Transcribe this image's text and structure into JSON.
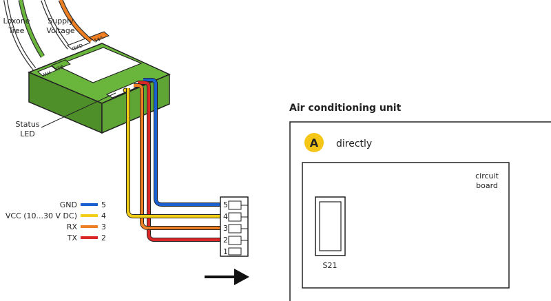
{
  "labels": {
    "loxone_tree": [
      "Loxone",
      "Tree"
    ],
    "supply_voltage": [
      "Supply",
      "Voltage"
    ],
    "status_led": [
      "Status",
      "LED"
    ],
    "ac_unit_title": "Air conditioning unit",
    "mode_badge": "A",
    "mode_text": "directly",
    "circuit_board": [
      "circuit",
      "board"
    ],
    "connector_name": "S21"
  },
  "terminals": {
    "gnd": "GND",
    "wh": "WH",
    "gn": "GN",
    "v24": "24V"
  },
  "legend": [
    {
      "label": "GND",
      "pin": "5",
      "color": "#1a5fcf"
    },
    {
      "label": "VCC (10...30 V DC)",
      "pin": "4",
      "color": "#f2cd16"
    },
    {
      "label": "RX",
      "pin": "3",
      "color": "#ee7f22"
    },
    {
      "label": "TX",
      "pin": "2",
      "color": "#d92626"
    }
  ],
  "pins": [
    "5",
    "4",
    "3",
    "2",
    "1"
  ],
  "colors": {
    "device_green": "#6ab63d",
    "device_dark_green": "#4f8f2a",
    "supply_orange": "#ee7f22",
    "badge_yellow": "#f5c518"
  }
}
